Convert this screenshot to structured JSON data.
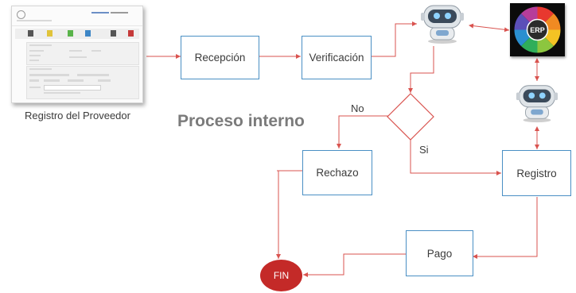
{
  "caption": {
    "supplier_registration": "Registro del Proveedor",
    "internal_process": "Proceso interno"
  },
  "nodes": {
    "reception": "Recepción",
    "verification": "Verificación",
    "rejection": "Rechazo",
    "registration": "Registro",
    "payment": "Pago",
    "end": "FIN"
  },
  "branches": {
    "no": "No",
    "yes": "Si"
  },
  "erp_label": "ERP",
  "colors": {
    "box_border": "#4a8fc4",
    "arrow": "#d9534f",
    "fin": "#c42a28",
    "title_gray": "#7b7b7b"
  }
}
